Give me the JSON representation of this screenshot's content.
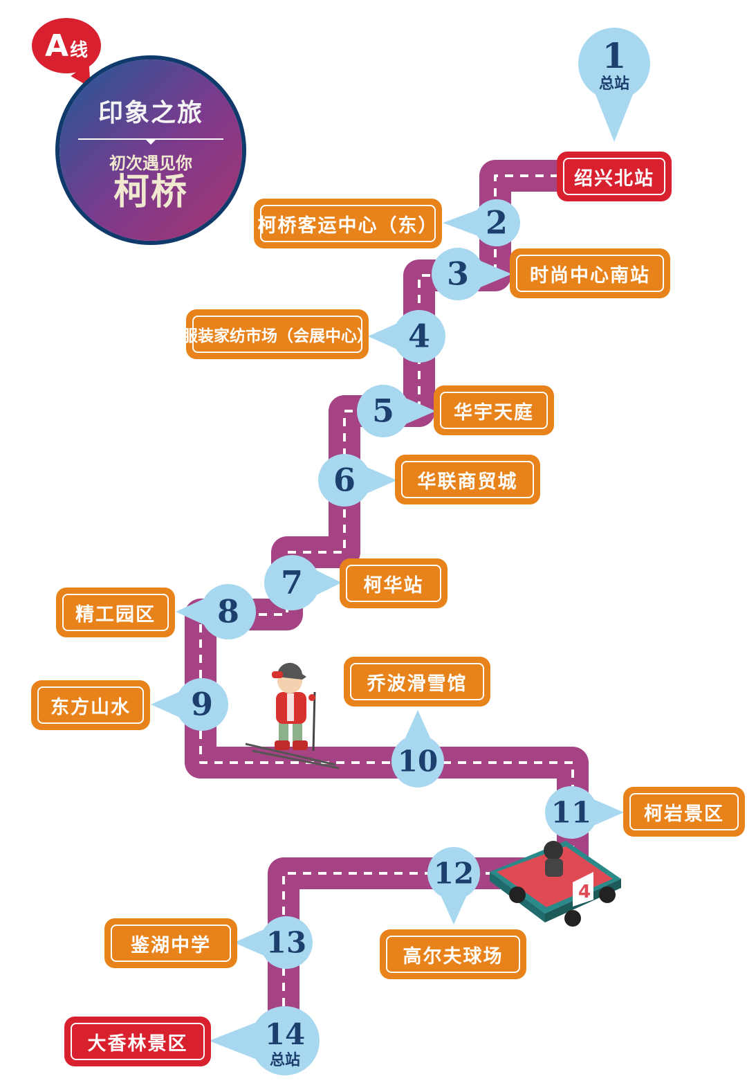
{
  "line_badge": {
    "letter": "A",
    "suffix": "线"
  },
  "theme": {
    "title": "印象之旅",
    "subtitle": "初次遇见你",
    "place": "柯桥"
  },
  "stations": [
    {
      "num": "1",
      "name": "绍兴北站",
      "terminal_label": "总站",
      "highlight": true
    },
    {
      "num": "2",
      "name": "柯桥客运中心（东）"
    },
    {
      "num": "3",
      "name": "时尚中心南站"
    },
    {
      "num": "4",
      "name": "服装家纺市场（会展中心）"
    },
    {
      "num": "5",
      "name": "华宇天庭"
    },
    {
      "num": "6",
      "name": "华联商贸城"
    },
    {
      "num": "7",
      "name": "柯华站"
    },
    {
      "num": "8",
      "name": "精工园区"
    },
    {
      "num": "9",
      "name": "东方山水"
    },
    {
      "num": "10",
      "name": "乔波滑雪馆"
    },
    {
      "num": "11",
      "name": "柯岩景区"
    },
    {
      "num": "12",
      "name": "高尔夫球场"
    },
    {
      "num": "13",
      "name": "鉴湖中学"
    },
    {
      "num": "14",
      "name": "大香林景区",
      "terminal_label": "总站",
      "highlight": true
    }
  ],
  "colors": {
    "route": "#a64384",
    "route_dash": "#ffffff",
    "marker": "#a8d8f0",
    "marker_text": "#1d3f6e",
    "label_orange": "#e8821a",
    "label_red": "#d8202e"
  },
  "icons": [
    "skier-icon",
    "go-kart-icon"
  ]
}
